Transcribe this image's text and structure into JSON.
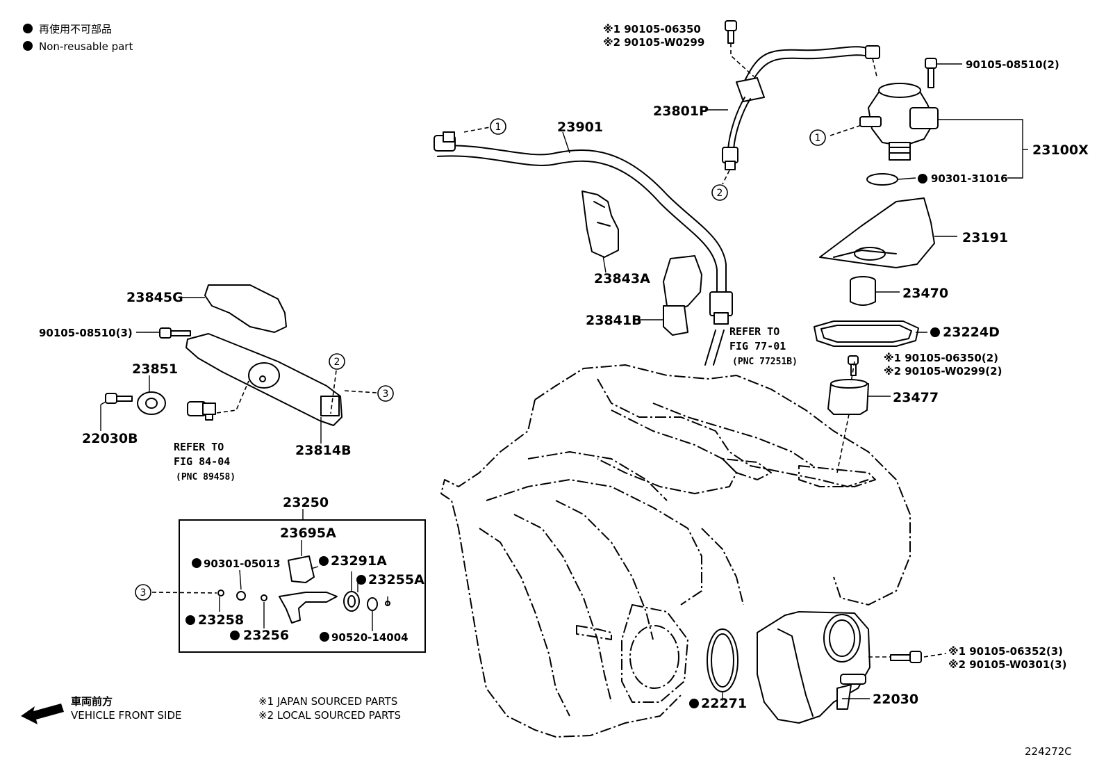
{
  "legend": {
    "symbol": "●",
    "line1": "再使用不可部品",
    "line2": "Non-reusable part"
  },
  "footer": {
    "direction_ja": "車両前方",
    "direction_en": "VEHICLE FRONT SIDE",
    "note1": "※1  JAPAN SOURCED PARTS",
    "note2": "※2  LOCAL SOURCED PARTS",
    "figure_code": "224272C"
  },
  "callouts": {
    "bolt_top_1": "※1  90105-06350",
    "bolt_top_2": "※2  90105-W0299",
    "p23801P": "23801P",
    "p23901": "23901",
    "p90105_08510_2": "90105-08510(2)",
    "p23100X": "23100X",
    "p90301_31016": "90301-31016",
    "p23191": "23191",
    "p23843A": "23843A",
    "p23841B": "23841B",
    "p23470": "23470",
    "p23224D": "23224D",
    "bolt_mid_1": "※1  90105-06350(2)",
    "bolt_mid_2": "※2  90105-W0299(2)",
    "p23477": "23477",
    "refer_77_1": "REFER TO",
    "refer_77_2": "FIG 77-01",
    "refer_77_3": "(PNC 77251B)",
    "p23845G": "23845G",
    "p90105_08510_3": "90105-08510(3)",
    "p23851": "23851",
    "p22030B": "22030B",
    "p23814B": "23814B",
    "refer_84_1": "REFER TO",
    "refer_84_2": "FIG 84-04",
    "refer_84_3": "(PNC 89458)",
    "p23250": "23250",
    "p23695A": "23695A",
    "p90301_05013": "90301-05013",
    "p23291A": "23291A",
    "p23255A": "23255A",
    "p23258": "23258",
    "p23256": "23256",
    "p90520_14004": "90520-14004",
    "p22271": "22271",
    "p22030": "22030",
    "bolt_tb_1": "※1  90105-06352(3)",
    "bolt_tb_2": "※2  90105-W0301(3)"
  },
  "circle_refs": {
    "c1": "1",
    "c2": "2",
    "c3": "3"
  }
}
